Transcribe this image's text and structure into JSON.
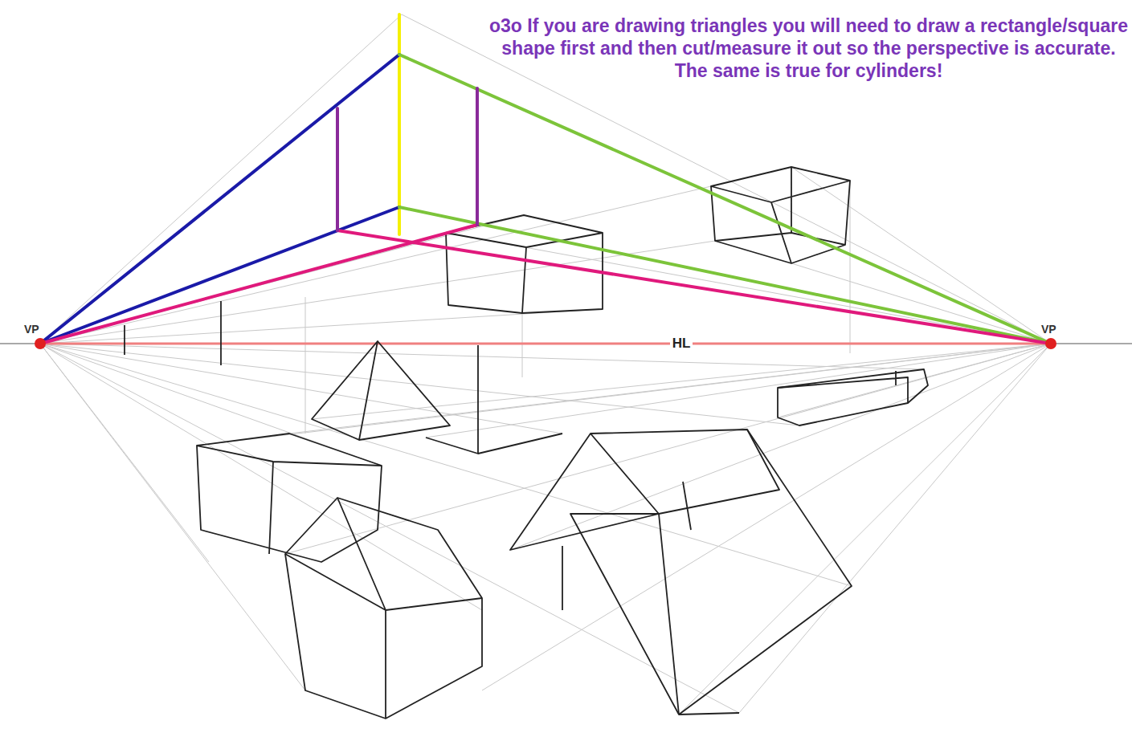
{
  "diagram": {
    "labels": [
      "o3o If you are drawing triangles you will need to draw a rectangle/square shape first and then cut/measure it out so the perspective is accurate. The same is true for cylinders!",
      "VP",
      "HL",
      "VP"
    ]
  }
}
